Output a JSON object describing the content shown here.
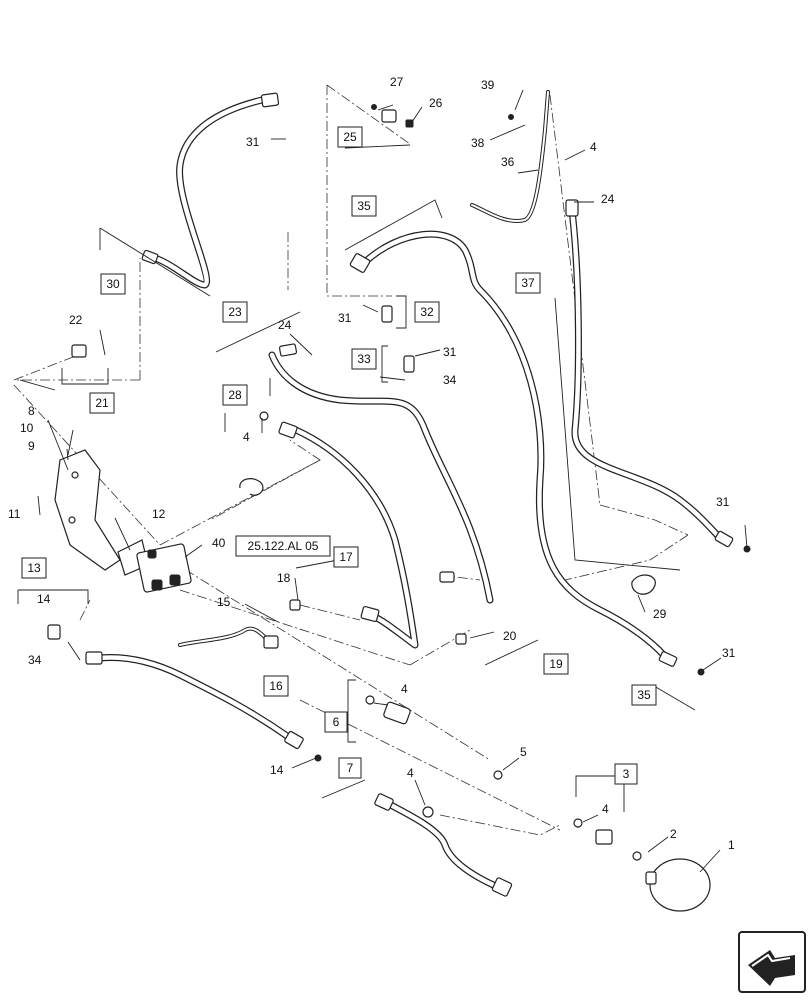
{
  "diagram": {
    "callouts": {
      "c1": "1",
      "c2": "2",
      "c3": "3",
      "c4a": "4",
      "c4b": "4",
      "c4c": "4",
      "c4d": "4",
      "c4e": "4",
      "c5": "5",
      "c6": "6",
      "c7": "7",
      "c8": "8",
      "c9": "9",
      "c10": "10",
      "c11": "11",
      "c12": "12",
      "c13": "13",
      "c14a": "14",
      "c14b": "14",
      "c15": "15",
      "c16": "16",
      "c17": "17",
      "c18": "18",
      "c19": "19",
      "c20": "20",
      "c21": "21",
      "c22": "22",
      "c23": "23",
      "c24a": "24",
      "c24b": "24",
      "c25": "25",
      "c26": "26",
      "c27": "27",
      "c28": "28",
      "c29": "29",
      "c30": "30",
      "c31a": "31",
      "c31b": "31",
      "c31c": "31",
      "c31d": "31",
      "c31e": "31",
      "c32": "32",
      "c33": "33",
      "c34a": "34",
      "c34b": "34",
      "c35a": "35",
      "c35b": "35",
      "c36": "36",
      "c37": "37",
      "c38": "38",
      "c39": "39",
      "c40": "40"
    },
    "reference": "25.122.AL 05",
    "nav_icon": "arrow-icon"
  }
}
